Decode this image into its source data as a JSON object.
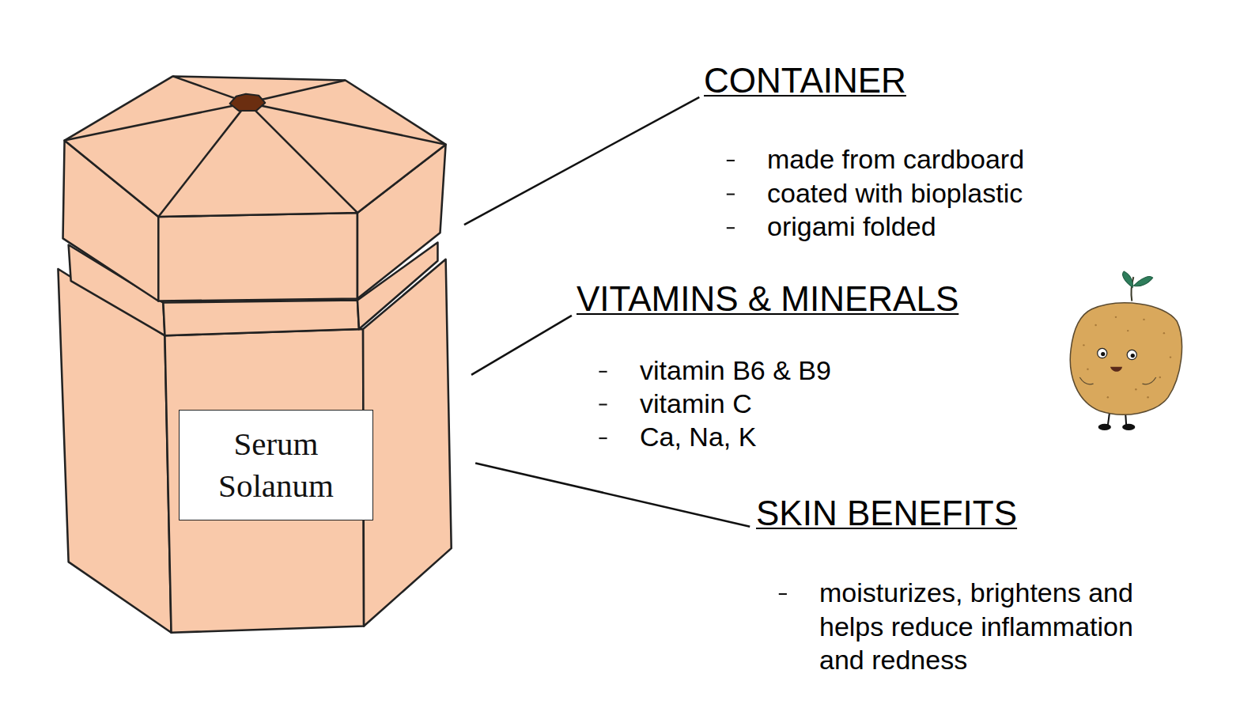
{
  "diagram": {
    "nodes": [
      {
        "text": [
          "Serum Solanum"
        ]
      }
    ],
    "labels": [
      "CONTAINER",
      "made from cardboard",
      "coated with bioplastic",
      "origami folded",
      "VITAMINS & MINERALS",
      "vitamin B6 & B9",
      "vitamin C",
      "Ca, Na, K",
      "SKIN BENEFITS",
      "moisturizes, brightens and helps reduce inflammation and redness"
    ]
  }
}
